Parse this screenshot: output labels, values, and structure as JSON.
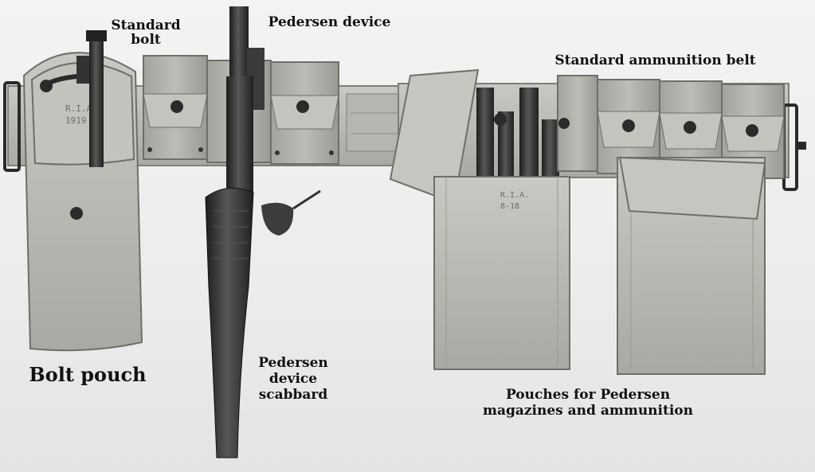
{
  "labels": {
    "standard_bolt": [
      "Standard",
      "bolt"
    ],
    "pedersen_device": "Pedersen device",
    "standard_ammunition_belt": "Standard ammunition belt",
    "bolt_pouch": "Bolt pouch",
    "pedersen_device_scabbard": [
      "Pedersen",
      "device",
      "scabbard"
    ],
    "pouches_for_pedersen": [
      "Pouches for Pedersen",
      "magazines and ammunition"
    ]
  },
  "stamps": {
    "bolt_pouch": [
      "R.I.A.",
      "1919"
    ],
    "magazine_pouch": [
      "R.I.A.",
      "8-18"
    ]
  },
  "colors": {
    "background": "#efefef",
    "canvas": "#b9b9b4",
    "canvas_shadow": "#7e7e79",
    "metal": "#2e2e2e",
    "label_text": "#111111"
  }
}
